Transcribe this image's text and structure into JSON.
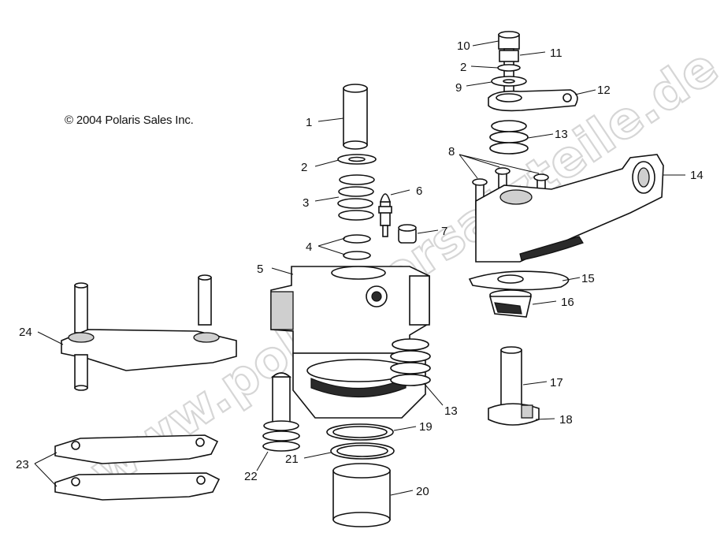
{
  "copyright": "© 2004 Polaris Sales Inc.",
  "watermark": "www.polarisersatzteile.de",
  "callouts": {
    "c1": "1",
    "c2a": "2",
    "c3": "3",
    "c4": "4",
    "c5": "5",
    "c6": "6",
    "c7": "7",
    "c8": "8",
    "c9": "9",
    "c10": "10",
    "c11": "11",
    "c2b": "2",
    "c12": "12",
    "c13a": "13",
    "c14": "14",
    "c15": "15",
    "c16": "16",
    "c17": "17",
    "c18": "18",
    "c13b": "13",
    "c19": "19",
    "c20": "20",
    "c21": "21",
    "c22": "22",
    "c23": "23",
    "c24": "24"
  }
}
